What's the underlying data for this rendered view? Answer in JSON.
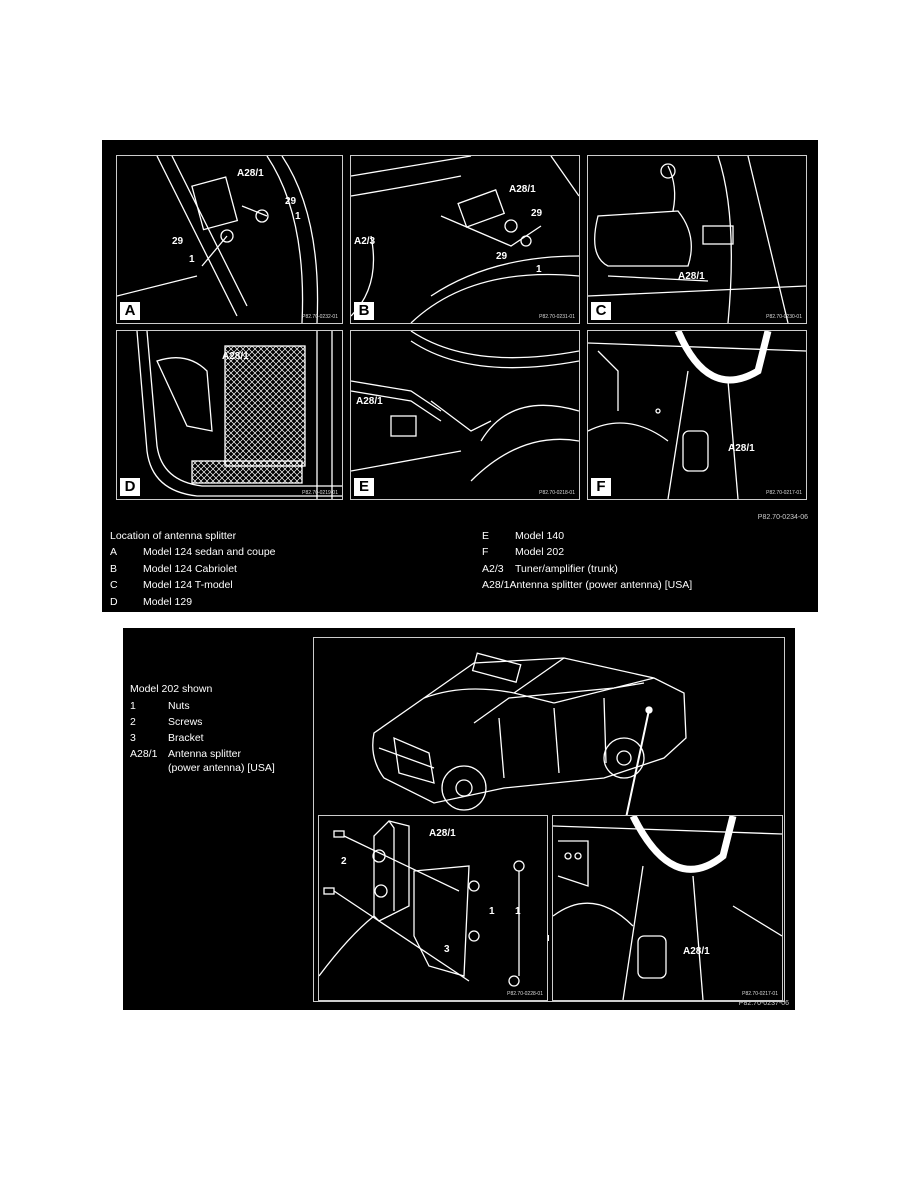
{
  "figure1": {
    "id": "P82.70-0234-06",
    "panels": [
      {
        "label": "A",
        "id": "P82.70-0232-01",
        "callouts": [
          "A28/1",
          "29",
          "1",
          "29",
          "1"
        ]
      },
      {
        "label": "B",
        "id": "P82.70-0231-01",
        "callouts": [
          "A28/1",
          "29",
          "A2/3",
          "29",
          "1"
        ]
      },
      {
        "label": "C",
        "id": "P82.70-0230-01",
        "callouts": [
          "A28/1"
        ]
      },
      {
        "label": "D",
        "id": "P82.70-0219-01",
        "callouts": [
          "A28/1"
        ]
      },
      {
        "label": "E",
        "id": "P82.70-0218-01",
        "callouts": [
          "A28/1"
        ]
      },
      {
        "label": "F",
        "id": "P82.70-0217-01",
        "callouts": [
          "A28/1"
        ]
      }
    ],
    "legend_title": "Location of antenna splitter",
    "legend_left": [
      {
        "key": "A",
        "text": "Model 124 sedan and coupe"
      },
      {
        "key": "B",
        "text": "Model 124 Cabriolet"
      },
      {
        "key": "C",
        "text": "Model 124 T-model"
      },
      {
        "key": "D",
        "text": "Model 129"
      }
    ],
    "legend_right": [
      {
        "key": "E",
        "text": "Model 140"
      },
      {
        "key": "F",
        "text": "Model 202"
      },
      {
        "key": "A2/3",
        "text": "Tuner/amplifier (trunk)"
      },
      {
        "key": "A28/1",
        "text": "Antenna splitter (power antenna) [USA]"
      }
    ]
  },
  "figure2": {
    "id": "P82.70-0237-06",
    "legend_title": "Model 202 shown",
    "legend": [
      {
        "key": "1",
        "text": "Nuts"
      },
      {
        "key": "2",
        "text": "Screws"
      },
      {
        "key": "3",
        "text": "Bracket"
      },
      {
        "key": "A28/1",
        "text": "Antenna splitter",
        "text2": "(power antenna) [USA]"
      }
    ],
    "sub_left": {
      "id": "P82.70-0228-01",
      "callouts": [
        "A28/1",
        "2",
        "1",
        "1",
        "3"
      ]
    },
    "sub_right": {
      "id": "P82.70-0217-01",
      "callouts": [
        "A28/1"
      ]
    }
  }
}
